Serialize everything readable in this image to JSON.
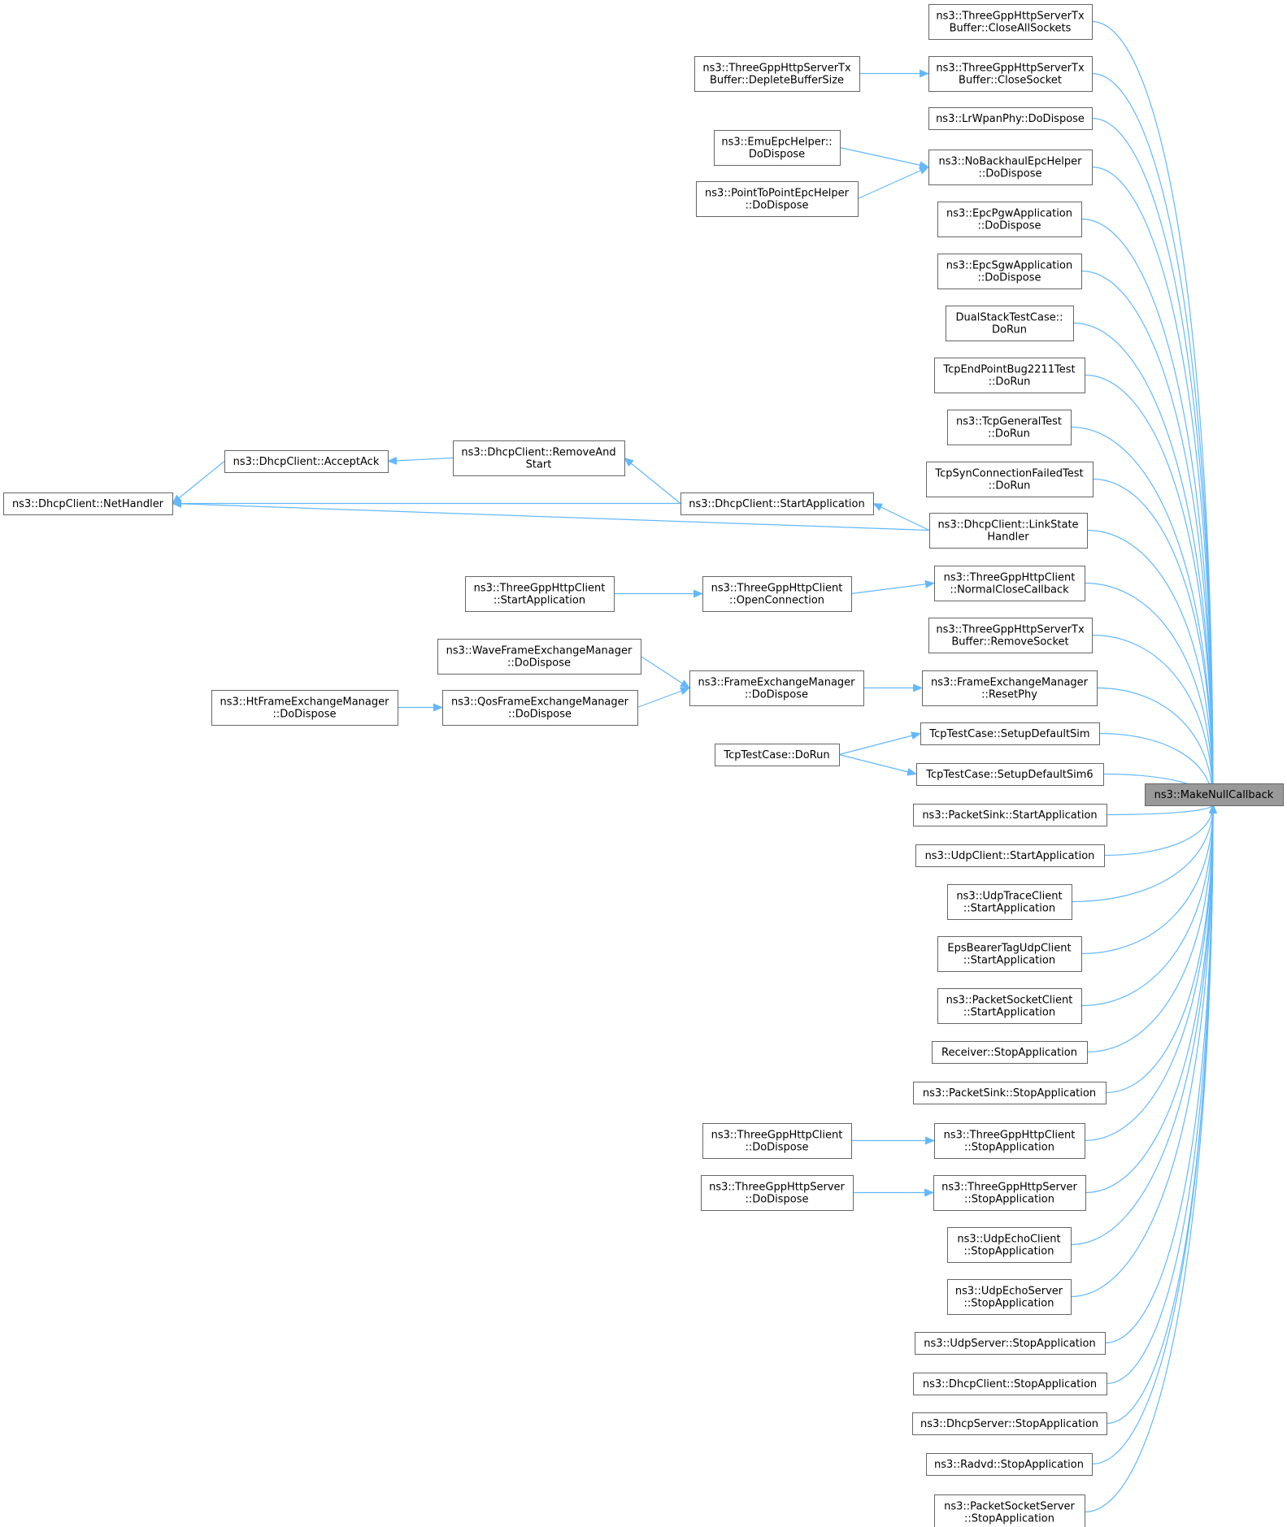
{
  "diagram": {
    "colors": {
      "edge": "#63b8ff",
      "node_border": "#666666",
      "node_fill": "#ffffff",
      "root_fill": "#999999",
      "text": "#000000"
    },
    "nodes": {
      "root": {
        "lines": [
          "ns3::MakeNullCallback"
        ],
        "root": true
      },
      "closeAll": {
        "lines": [
          "ns3::ThreeGppHttpServerTx",
          "Buffer::CloseAllSockets"
        ]
      },
      "closeSocket": {
        "lines": [
          "ns3::ThreeGppHttpServerTx",
          "Buffer::CloseSocket"
        ]
      },
      "depleteBuffer": {
        "lines": [
          "ns3::ThreeGppHttpServerTx",
          "Buffer::DepleteBufferSize"
        ]
      },
      "lrwpan": {
        "lines": [
          "ns3::LrWpanPhy::DoDispose"
        ]
      },
      "emuEpc": {
        "lines": [
          "ns3::EmuEpcHelper::",
          "DoDispose"
        ]
      },
      "noBackhaul": {
        "lines": [
          "ns3::NoBackhaulEpcHelper",
          "::DoDispose"
        ]
      },
      "p2pEpc": {
        "lines": [
          "ns3::PointToPointEpcHelper",
          "::DoDispose"
        ]
      },
      "epcPgw": {
        "lines": [
          "ns3::EpcPgwApplication",
          "::DoDispose"
        ]
      },
      "epcSgw": {
        "lines": [
          "ns3::EpcSgwApplication",
          "::DoDispose"
        ]
      },
      "dualStack": {
        "lines": [
          "DualStackTestCase::",
          "DoRun"
        ]
      },
      "tcpEndPoint": {
        "lines": [
          "TcpEndPointBug2211Test",
          "::DoRun"
        ]
      },
      "tcpGeneral": {
        "lines": [
          "ns3::TcpGeneralTest",
          "::DoRun"
        ]
      },
      "tcpSynFail": {
        "lines": [
          "TcpSynConnectionFailedTest",
          "::DoRun"
        ]
      },
      "acceptAck": {
        "lines": [
          "ns3::DhcpClient::AcceptAck"
        ]
      },
      "removeAndStart": {
        "lines": [
          "ns3::DhcpClient::RemoveAnd",
          "Start"
        ]
      },
      "netHandler": {
        "lines": [
          "ns3::DhcpClient::NetHandler"
        ]
      },
      "dhcpStartApp": {
        "lines": [
          "ns3::DhcpClient::StartApplication"
        ]
      },
      "linkState": {
        "lines": [
          "ns3::DhcpClient::LinkState",
          "Handler"
        ]
      },
      "tgHttpClientStart": {
        "lines": [
          "ns3::ThreeGppHttpClient",
          "::StartApplication"
        ]
      },
      "openConn": {
        "lines": [
          "ns3::ThreeGppHttpClient",
          "::OpenConnection"
        ]
      },
      "normalClose": {
        "lines": [
          "ns3::ThreeGppHttpClient",
          "::NormalCloseCallback"
        ]
      },
      "removeSocket": {
        "lines": [
          "ns3::ThreeGppHttpServerTx",
          "Buffer::RemoveSocket"
        ]
      },
      "waveFem": {
        "lines": [
          "ns3::WaveFrameExchangeManager",
          "::DoDispose"
        ]
      },
      "femDispose": {
        "lines": [
          "ns3::FrameExchangeManager",
          "::DoDispose"
        ]
      },
      "resetPhy": {
        "lines": [
          "ns3::FrameExchangeManager",
          "::ResetPhy"
        ]
      },
      "htFem": {
        "lines": [
          "ns3::HtFrameExchangeManager",
          "::DoDispose"
        ]
      },
      "qosFem": {
        "lines": [
          "ns3::QosFrameExchangeManager",
          "::DoDispose"
        ]
      },
      "tcpTestDoRun": {
        "lines": [
          "TcpTestCase::DoRun"
        ]
      },
      "setupSim": {
        "lines": [
          "TcpTestCase::SetupDefaultSim"
        ]
      },
      "setupSim6": {
        "lines": [
          "TcpTestCase::SetupDefaultSim6"
        ]
      },
      "pktSinkStart": {
        "lines": [
          "ns3::PacketSink::StartApplication"
        ]
      },
      "udpClientStart": {
        "lines": [
          "ns3::UdpClient::StartApplication"
        ]
      },
      "udpTraceStart": {
        "lines": [
          "ns3::UdpTraceClient",
          "::StartApplication"
        ]
      },
      "epsBearer": {
        "lines": [
          "EpsBearerTagUdpClient",
          "::StartApplication"
        ]
      },
      "pktSockClientStart": {
        "lines": [
          "ns3::PacketSocketClient",
          "::StartApplication"
        ]
      },
      "receiverStop": {
        "lines": [
          "Receiver::StopApplication"
        ]
      },
      "pktSinkStop": {
        "lines": [
          "ns3::PacketSink::StopApplication"
        ]
      },
      "tgClientDispose": {
        "lines": [
          "ns3::ThreeGppHttpClient",
          "::DoDispose"
        ]
      },
      "tgClientStop": {
        "lines": [
          "ns3::ThreeGppHttpClient",
          "::StopApplication"
        ]
      },
      "tgServerDispose": {
        "lines": [
          "ns3::ThreeGppHttpServer",
          "::DoDispose"
        ]
      },
      "tgServerStop": {
        "lines": [
          "ns3::ThreeGppHttpServer",
          "::StopApplication"
        ]
      },
      "udpEchoClientStop": {
        "lines": [
          "ns3::UdpEchoClient",
          "::StopApplication"
        ]
      },
      "udpEchoServerStop": {
        "lines": [
          "ns3::UdpEchoServer",
          "::StopApplication"
        ]
      },
      "udpServerStop": {
        "lines": [
          "ns3::UdpServer::StopApplication"
        ]
      },
      "dhcpClientStop": {
        "lines": [
          "ns3::DhcpClient::StopApplication"
        ]
      },
      "dhcpServerStop": {
        "lines": [
          "ns3::DhcpServer::StopApplication"
        ]
      },
      "radvdStop": {
        "lines": [
          "ns3::Radvd::StopApplication"
        ]
      },
      "pktSockServerStop": {
        "lines": [
          "ns3::PacketSocketServer",
          "::StopApplication"
        ]
      }
    },
    "edges": [
      {
        "from": "closeAll",
        "to": "root"
      },
      {
        "from": "closeSocket",
        "to": "root"
      },
      {
        "from": "depleteBuffer",
        "to": "closeSocket"
      },
      {
        "from": "lrwpan",
        "to": "root"
      },
      {
        "from": "emuEpc",
        "to": "noBackhaul"
      },
      {
        "from": "p2pEpc",
        "to": "noBackhaul"
      },
      {
        "from": "noBackhaul",
        "to": "root"
      },
      {
        "from": "epcPgw",
        "to": "root"
      },
      {
        "from": "epcSgw",
        "to": "root"
      },
      {
        "from": "dualStack",
        "to": "root"
      },
      {
        "from": "tcpEndPoint",
        "to": "root"
      },
      {
        "from": "tcpGeneral",
        "to": "root"
      },
      {
        "from": "tcpSynFail",
        "to": "root"
      },
      {
        "from": "acceptAck",
        "to": "netHandler"
      },
      {
        "from": "removeAndStart",
        "to": "acceptAck"
      },
      {
        "from": "dhcpStartApp",
        "to": "removeAndStart"
      },
      {
        "from": "dhcpStartApp",
        "to": "netHandler"
      },
      {
        "from": "linkState",
        "to": "dhcpStartApp"
      },
      {
        "from": "linkState",
        "to": "netHandler"
      },
      {
        "from": "linkState",
        "to": "root"
      },
      {
        "from": "tgHttpClientStart",
        "to": "openConn"
      },
      {
        "from": "openConn",
        "to": "normalClose"
      },
      {
        "from": "normalClose",
        "to": "root"
      },
      {
        "from": "removeSocket",
        "to": "root"
      },
      {
        "from": "waveFem",
        "to": "femDispose"
      },
      {
        "from": "qosFem",
        "to": "femDispose"
      },
      {
        "from": "htFem",
        "to": "qosFem"
      },
      {
        "from": "femDispose",
        "to": "resetPhy"
      },
      {
        "from": "resetPhy",
        "to": "root"
      },
      {
        "from": "tcpTestDoRun",
        "to": "setupSim"
      },
      {
        "from": "tcpTestDoRun",
        "to": "setupSim6"
      },
      {
        "from": "setupSim",
        "to": "root"
      },
      {
        "from": "setupSim6",
        "to": "root"
      },
      {
        "from": "pktSinkStart",
        "to": "root"
      },
      {
        "from": "udpClientStart",
        "to": "root"
      },
      {
        "from": "udpTraceStart",
        "to": "root"
      },
      {
        "from": "epsBearer",
        "to": "root"
      },
      {
        "from": "pktSockClientStart",
        "to": "root"
      },
      {
        "from": "receiverStop",
        "to": "root"
      },
      {
        "from": "pktSinkStop",
        "to": "root"
      },
      {
        "from": "tgClientDispose",
        "to": "tgClientStop"
      },
      {
        "from": "tgClientStop",
        "to": "root"
      },
      {
        "from": "tgServerDispose",
        "to": "tgServerStop"
      },
      {
        "from": "tgServerStop",
        "to": "root"
      },
      {
        "from": "udpEchoClientStop",
        "to": "root"
      },
      {
        "from": "udpEchoServerStop",
        "to": "root"
      },
      {
        "from": "udpServerStop",
        "to": "root"
      },
      {
        "from": "dhcpClientStop",
        "to": "root"
      },
      {
        "from": "dhcpServerStop",
        "to": "root"
      },
      {
        "from": "radvdStop",
        "to": "root"
      },
      {
        "from": "pktSockServerStop",
        "to": "root"
      }
    ]
  }
}
